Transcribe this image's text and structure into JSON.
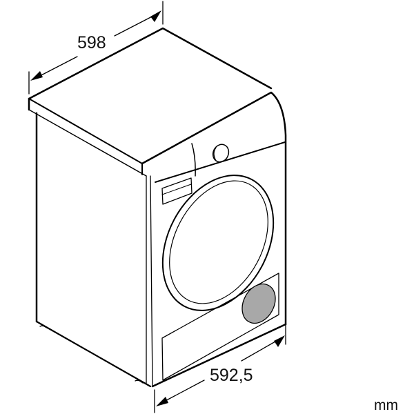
{
  "diagram": {
    "subject": "Tumble dryer dimension drawing",
    "dimensions": {
      "width_label": "598",
      "depth_label": "592,5"
    },
    "unit_label": "mm",
    "colors": {
      "line": "#000000",
      "background": "#ffffff",
      "filter_fill": "#a8a8a8"
    }
  }
}
